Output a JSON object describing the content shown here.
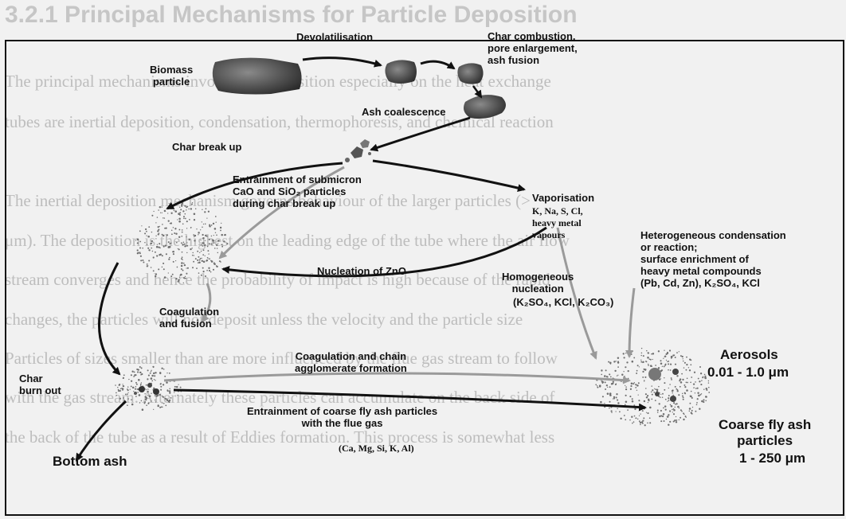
{
  "background": {
    "heading": "3.2.1 Principal Mechanisms for Particle Deposition",
    "lines": [
      "The principal mechanisms involved in deposition especially on the heat exchange",
      "tubes are inertial deposition, condensation, thermophoresis, and chemical reaction",
      "The inertial deposition mechanism governs behaviour of the larger particles (>",
      "μm). The deposition is the highest on the leading edge of the tube where the air flow",
      "stream converges and hence the probability of impact is high because of the rapid",
      "changes, the particles will not deposit unless the velocity and the particle size",
      "Particles of sizes smaller than are more influenced by the flue gas stream to follow",
      "with the gas stream. Alternately these particles can accumulate on the back side of",
      "the back of the tube as a result of Eddies formation. This process is somewhat less"
    ]
  },
  "diagram": {
    "labels": {
      "devolatilisation": "Devolatilisation",
      "char_combustion": "Char combustion,\npore enlargement,\nash fusion",
      "biomass_particle": "Biomass\nparticle",
      "ash_coalescence": "Ash coalescence",
      "char_break_up": "Char break up",
      "entrainment_submicron": "Entrainment of submicron\nCaO and SiO₂ particles\nduring char break up",
      "vaporisation": "Vaporisation",
      "vapour_species": "K, Na, S, Cl,\nheavy metal\nvapours",
      "heterogeneous_condensation": "Heterogeneous condensation\nor reaction;\nsurface enrichment of\nheavy metal compounds\n(Pb, Cd, Zn), K₂SO₄, KCl",
      "nucleation_zno": "Nucleation of ZnO",
      "homogeneous_nucleation": "Homogeneous\nnucleation",
      "homogeneous_species": "(K₂SO₄, KCl, K₂CO₃)",
      "coagulation_fusion": "Coagulation\nand fusion",
      "coagulation_chain": "Coagulation and chain\nagglomerate formation",
      "aerosols": "Aerosols",
      "aerosol_size": "0.01 - 1.0 μm",
      "char_burn_out": "Char\nburn out",
      "entrainment_coarse": "Entrainment of coarse fly ash particles\nwith the flue gas",
      "coarse_species": "(Ca, Mg, Si, K, Al)",
      "coarse_fly_ash": "Coarse fly ash\nparticles",
      "coarse_size": "1 - 250 μm",
      "bottom_ash": "Bottom ash"
    }
  }
}
